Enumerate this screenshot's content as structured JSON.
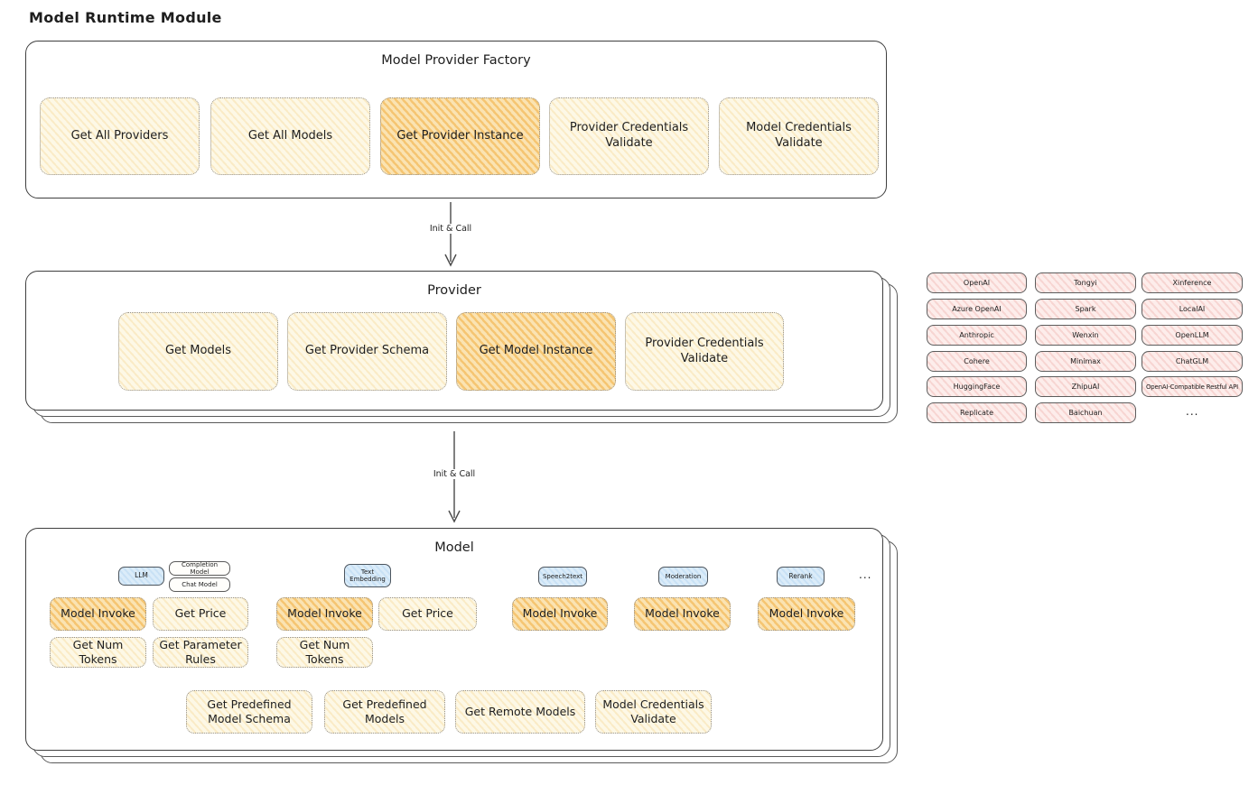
{
  "title": "Model Runtime Module",
  "colors": {
    "box-border": "#3f3f3f",
    "ink": "#1e1e1e",
    "cream-fill": "#fdf8e6",
    "orange-fill": "#fae2ae",
    "pink-fill": "#fdedeb",
    "blue-fill": "#dbecf9"
  },
  "factory": {
    "title": "Model Provider Factory",
    "buttons": [
      "Get All Providers",
      "Get All Models",
      "Get Provider Instance",
      "Provider Credentials Validate",
      "Model Credentials Validate"
    ]
  },
  "flow": {
    "arrow1_label": "Init & Call",
    "arrow2_label": "Init & Call"
  },
  "provider": {
    "title": "Provider",
    "buttons": [
      "Get Models",
      "Get Provider Schema",
      "Get Model Instance",
      "Provider Credentials Validate"
    ]
  },
  "providers": {
    "col1": [
      "OpenAI",
      "Azure OpenAI",
      "Anthropic",
      "Cohere",
      "HuggingFace",
      "Replicate"
    ],
    "col2": [
      "Tongyi",
      "Spark",
      "Wenxin",
      "Minimax",
      "ZhipuAI",
      "Baichuan"
    ],
    "col3": [
      "Xinference",
      "LocalAI",
      "OpenLLM",
      "ChatGLM",
      "OpenAI-Compatible Restful API"
    ],
    "more": "..."
  },
  "model": {
    "title": "Model",
    "type_llm": "LLM",
    "type_completion": "Completion Model",
    "type_chat": "Chat Model",
    "type_text_embedding": "Text Embedding",
    "type_speech2text": "Speech2text",
    "type_moderation": "Moderation",
    "type_rerank": "Rerank",
    "more": "...",
    "model_invoke": "Model Invoke",
    "get_price": "Get Price",
    "get_num_tokens": "Get Num Tokens",
    "get_parameter_rules": "Get Parameter Rules",
    "bottom_buttons": [
      "Get Predefined Model Schema",
      "Get Predefined Models",
      "Get Remote Models",
      "Model Credentials Validate"
    ]
  }
}
